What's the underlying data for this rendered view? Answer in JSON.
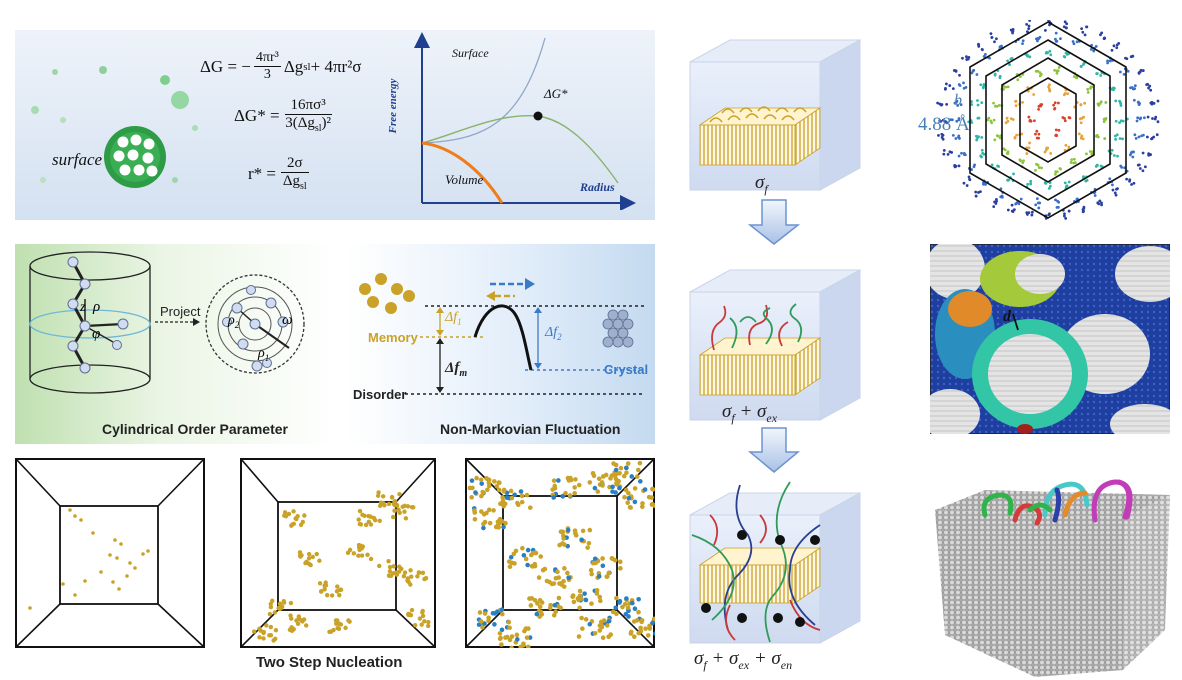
{
  "nucleation": {
    "surface_label": "surface",
    "eq1": "ΔG = −(4πr³/3)Δg_sl + 4πr²σ",
    "eq1_lhs": "ΔG = −",
    "eq1_frac_num": "4πr³",
    "eq1_frac_den": "3",
    "eq1_rest": "Δg",
    "eq1_sub": "sl",
    "eq1_tail": " + 4πr²σ",
    "eq2_lhs": "ΔG* =",
    "eq2_num": "16πσ³",
    "eq2_den": "3(Δg",
    "eq2_den_sub": "sl",
    "eq2_den_tail": ")²",
    "eq3_lhs": "r* =",
    "eq3_num": "2σ",
    "eq3_den": "Δg",
    "eq3_den_sub": "sl"
  },
  "energy_plot": {
    "ylabel": "Free energy",
    "xlabel": "Radius",
    "surface_label": "Surface",
    "volume_label": "Volume",
    "barrier_label": "ΔG*"
  },
  "cylindrical": {
    "title": "Cylindrical Order Parameter",
    "project": "Project",
    "z": "z",
    "rho": "ρ",
    "phi": "φ",
    "rho1": "ρ",
    "rho1_sub": "1",
    "rho2": "ρ",
    "rho2_sub": "2",
    "omega": "ω"
  },
  "fluctuation": {
    "title": "Non-Markovian Fluctuation",
    "memory": "Memory",
    "disorder": "Disorder",
    "crystal": "Crystal",
    "df1": "Δf",
    "df1_sub": "1",
    "df2": "Δf",
    "df2_sub": "2",
    "dfm": "Δf",
    "dfm_sub": "m"
  },
  "two_step": {
    "title": "Two Step Nucleation"
  },
  "blocks": {
    "b1": "σ",
    "b1_sub": "f",
    "b2": "σ",
    "b2_sub": "f",
    "b2_plus": " + σ",
    "b2_sub2": "ex",
    "b3": "σ",
    "b3_sub": "f",
    "b3_plus": " + σ",
    "b3_sub2": "ex",
    "b3_plus2": " + σ",
    "b3_sub3": "en"
  },
  "hexagon": {
    "b_label": "b",
    "dist_label": "4.88 Å"
  },
  "domains": {
    "d_label": "d"
  },
  "colors": {
    "gold": "#c9a227",
    "blue_arrow": "#3a7bc8",
    "green_bg": "#dff0d6",
    "blue_bg": "#dbe8f5"
  }
}
